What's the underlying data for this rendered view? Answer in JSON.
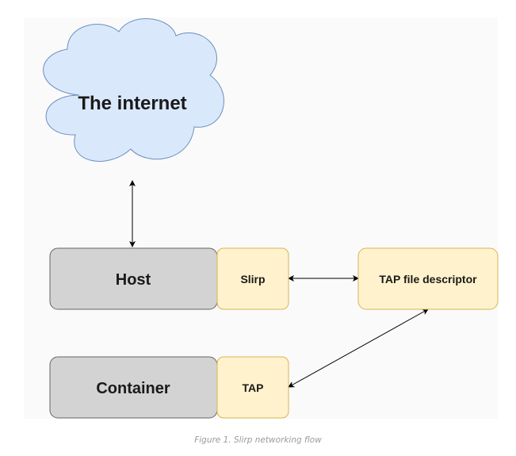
{
  "diagram": {
    "cloud_label": "The internet",
    "host_label": "Host",
    "slirp_label": "Slirp",
    "tap_fd_label": "TAP file descriptor",
    "container_label": "Container",
    "tap_label": "TAP"
  },
  "caption": "Figure 1. Slirp networking flow",
  "colors": {
    "cloud_fill": "#dae8fc",
    "cloud_stroke": "#6c8ebf",
    "gray_fill": "#d3d3d3",
    "gray_stroke": "#666666",
    "yellow_fill": "#fff2cc",
    "yellow_stroke": "#d6b656",
    "arrow": "#000000"
  }
}
